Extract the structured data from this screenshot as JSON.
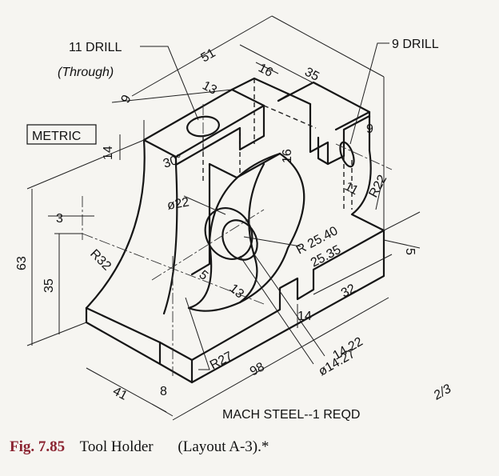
{
  "labels": {
    "drill11": "11 DRILL",
    "through": "(Through)",
    "drill9": "9 DRILL",
    "metric": "METRIC",
    "note": "MACH STEEL--1 REQD",
    "scale": "2/3"
  },
  "dims": {
    "d51": "51",
    "d16": "16",
    "d35a": "35",
    "d13a": "13",
    "d9a": "9",
    "d9b": "9",
    "d14a": "14",
    "d30": "30°",
    "d16v": "16",
    "d11": "11",
    "r22a": "R22",
    "d22": "ø22",
    "d3": "3",
    "d63": "63",
    "d35b": "35",
    "r32": "R32",
    "r2540": "R 25.40",
    "r2535": "25.35",
    "d5": "5",
    "d32": "32",
    "d14b": "14",
    "d5b": "5",
    "d13b": "13",
    "r27": "R27",
    "d98": "98",
    "d1427": "ø14.27",
    "d1422": "14.22",
    "d41": "41",
    "d8": "8"
  },
  "caption": {
    "fig": "Fig. 7.85",
    "title": "Tool Holder",
    "layout": "(Layout A-3).*"
  }
}
